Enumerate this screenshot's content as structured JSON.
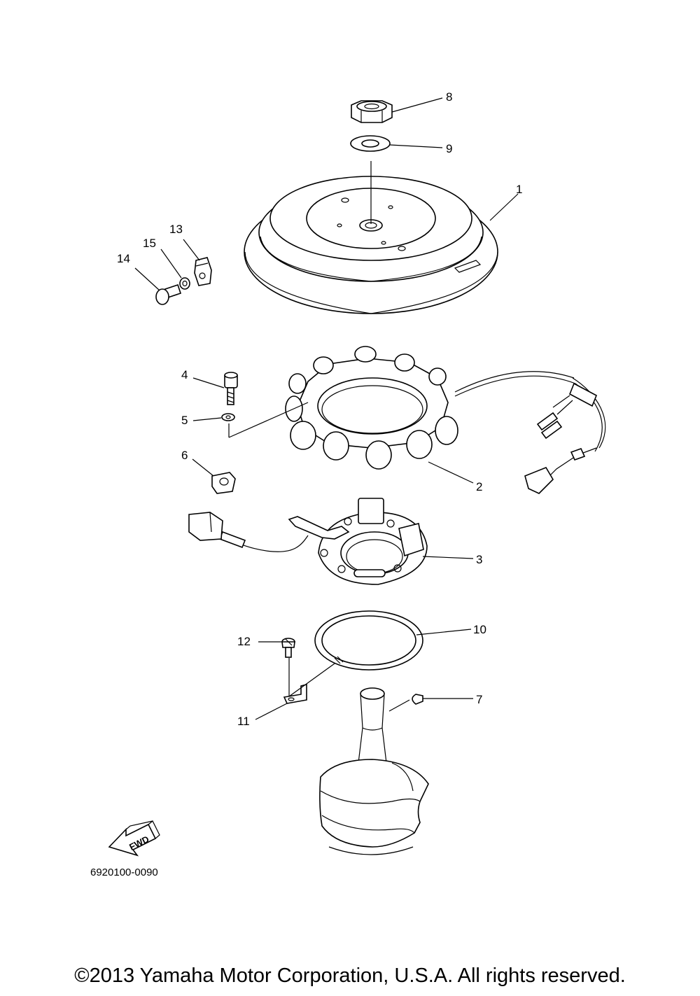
{
  "callouts": [
    {
      "id": "8",
      "label": "8"
    },
    {
      "id": "9",
      "label": "9"
    },
    {
      "id": "1",
      "label": "1"
    },
    {
      "id": "13",
      "label": "13"
    },
    {
      "id": "15",
      "label": "15"
    },
    {
      "id": "14",
      "label": "14"
    },
    {
      "id": "4",
      "label": "4"
    },
    {
      "id": "5",
      "label": "5"
    },
    {
      "id": "6",
      "label": "6"
    },
    {
      "id": "2",
      "label": "2"
    },
    {
      "id": "3",
      "label": "3"
    },
    {
      "id": "10",
      "label": "10"
    },
    {
      "id": "12",
      "label": "12"
    },
    {
      "id": "7",
      "label": "7"
    },
    {
      "id": "11",
      "label": "11"
    }
  ],
  "fwd_arrow": {
    "label": "FWD"
  },
  "drawing_number": "6920100-0090",
  "copyright": "©2013 Yamaha Motor Corporation, U.S.A. All rights reserved."
}
